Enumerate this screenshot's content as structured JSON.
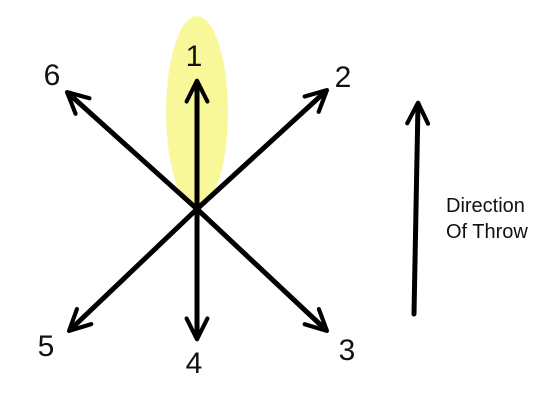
{
  "diagram": {
    "directions": [
      {
        "id": 1,
        "label": "1",
        "highlighted": true
      },
      {
        "id": 2,
        "label": "2",
        "highlighted": false
      },
      {
        "id": 3,
        "label": "3",
        "highlighted": false
      },
      {
        "id": 4,
        "label": "4",
        "highlighted": false
      },
      {
        "id": 5,
        "label": "5",
        "highlighted": false
      },
      {
        "id": 6,
        "label": "6",
        "highlighted": false
      }
    ],
    "highlight_color": "#f7f78a",
    "arrow_color": "#000000",
    "caption": {
      "line1": "Direction",
      "line2": "Of Throw"
    }
  }
}
